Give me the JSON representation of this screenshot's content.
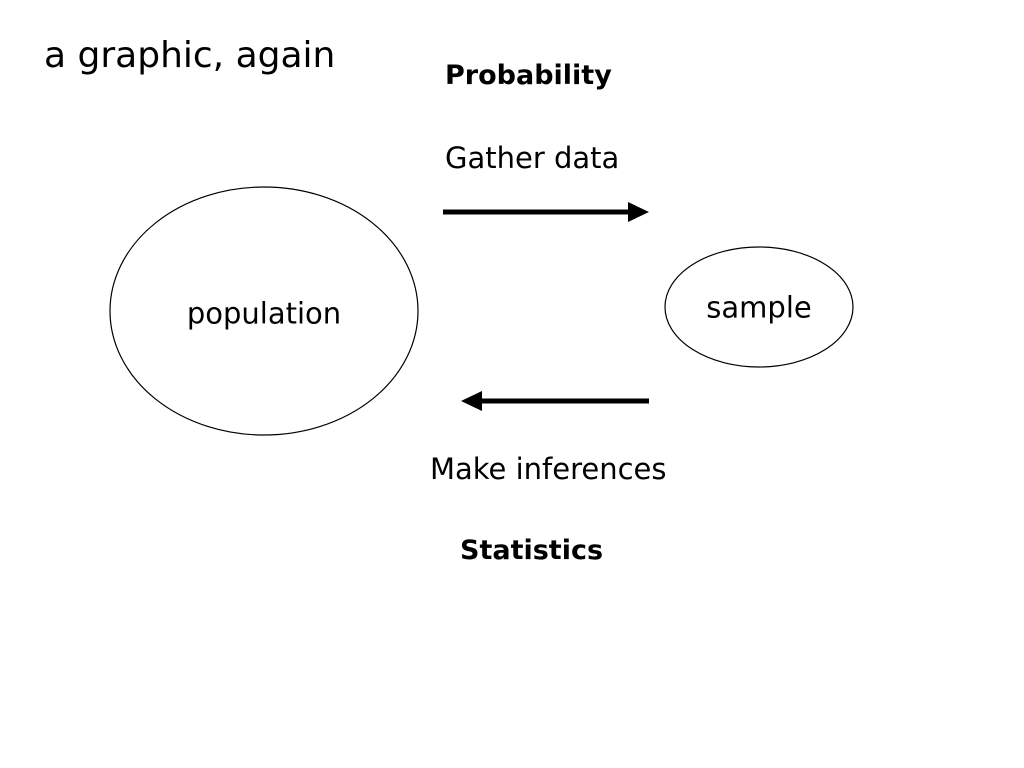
{
  "slide": {
    "title": "a graphic, again",
    "top_heading": "Probability",
    "top_action": "Gather data",
    "bottom_action": "Make inferences",
    "bottom_heading": "Statistics"
  },
  "nodes": {
    "population": "population",
    "sample": "sample"
  },
  "colors": {
    "background": "#ffffff",
    "ink": "#000000"
  }
}
